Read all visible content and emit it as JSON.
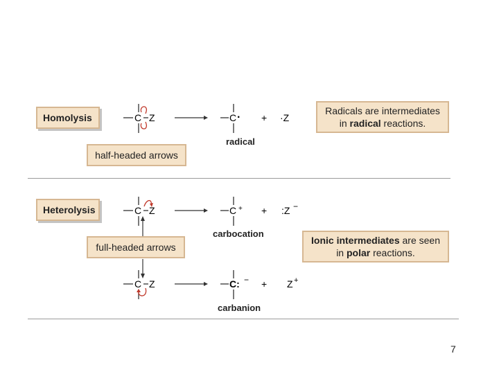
{
  "homolysis": {
    "title": "Homolysis",
    "arrow_label": "half-headed arrows",
    "note_line1_a": "Radicals are intermediates",
    "note_line2_a": "in ",
    "note_line2_b": "radical",
    "note_line2_c": " reactions.",
    "product_label": "radical"
  },
  "heterolysis": {
    "title": "Heterolysis",
    "arrow_label": "full-headed arrows",
    "note_line1_a": "Ionic intermediates",
    "note_line1_b": " are seen",
    "note_line2_a": "in ",
    "note_line2_b": "polar",
    "note_line2_c": " reactions.",
    "product1_label": "carbocation",
    "product2_label": "carbanion"
  },
  "chem": {
    "c": "C",
    "z": "Z",
    "plus": "+",
    "z_anion": ":Z",
    "z_cation": "Z",
    "minus_sup": "−",
    "plus_sup": "+",
    "c_radical_dot": "·",
    "z_radical": "·Z",
    "c_anion": "C:"
  },
  "colors": {
    "box_fill": "#f5e3c9",
    "box_border": "#d6b792",
    "curved_arrow": "#c0392b"
  },
  "page_number": "7"
}
